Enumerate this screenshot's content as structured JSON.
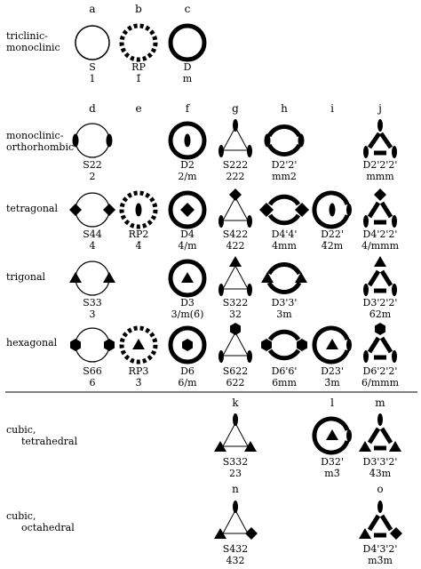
{
  "columns": [
    "a",
    "b",
    "c",
    "d",
    "e",
    "f",
    "g",
    "h",
    "i",
    "j",
    "k",
    "l",
    "m",
    "n",
    "o"
  ],
  "rows": [
    {
      "id": "triclinic",
      "lines": [
        "triclinic-",
        "monoclinic"
      ]
    },
    {
      "id": "monoclinic",
      "lines": [
        "monoclinic-",
        "orthorhombic"
      ]
    },
    {
      "id": "tetragonal",
      "lines": [
        "tetragonal"
      ]
    },
    {
      "id": "trigonal",
      "lines": [
        "trigonal"
      ]
    },
    {
      "id": "hexagonal",
      "lines": [
        "hexagonal"
      ]
    },
    {
      "id": "cubic-tetrahedral",
      "lines": [
        "cubic,",
        "tetrahedral"
      ]
    },
    {
      "id": "cubic-octahedral",
      "lines": [
        "cubic,",
        "octahedral"
      ]
    }
  ],
  "cells": [
    {
      "code": "S",
      "symbol": "1"
    },
    {
      "code": "RP",
      "symbol": "1̄"
    },
    {
      "code": "D",
      "symbol": "m"
    },
    {
      "code": "S22",
      "symbol": "2"
    },
    {
      "code": "D2",
      "symbol": "2/m"
    },
    {
      "code": "S222",
      "symbol": "222"
    },
    {
      "code": "D2'2'",
      "symbol": "mm2"
    },
    {
      "code": "D2'2'2'",
      "symbol": "mmm"
    },
    {
      "code": "S44",
      "symbol": "4"
    },
    {
      "code": "RP2",
      "symbol": "4̄"
    },
    {
      "code": "D4",
      "symbol": "4/m"
    },
    {
      "code": "S422",
      "symbol": "422"
    },
    {
      "code": "D4'4'",
      "symbol": "4mm"
    },
    {
      "code": "D22'",
      "symbol": "4̄2m"
    },
    {
      "code": "D4'2'2'",
      "symbol": "4/mmm"
    },
    {
      "code": "S33",
      "symbol": "3"
    },
    {
      "code": "D3",
      "symbol": "3/m(6̄)"
    },
    {
      "code": "S322",
      "symbol": "32"
    },
    {
      "code": "D3'3'",
      "symbol": "3m"
    },
    {
      "code": "D3'2'2'",
      "symbol": "6̄2m"
    },
    {
      "code": "S66",
      "symbol": "6"
    },
    {
      "code": "RP3",
      "symbol": "3̄"
    },
    {
      "code": "D6",
      "symbol": "6/m"
    },
    {
      "code": "S622",
      "symbol": "622"
    },
    {
      "code": "D6'6'",
      "symbol": "6mm"
    },
    {
      "code": "D23'",
      "symbol": "3̄m"
    },
    {
      "code": "D6'2'2'",
      "symbol": "6/mmm"
    },
    {
      "code": "S332",
      "symbol": "23"
    },
    {
      "code": "D32'",
      "symbol": "m3̄"
    },
    {
      "code": "D3'3'2'",
      "symbol": "4̄3m"
    },
    {
      "code": "S432",
      "symbol": "432"
    },
    {
      "code": "D4'3'2'",
      "symbol": "m3̄m"
    }
  ]
}
